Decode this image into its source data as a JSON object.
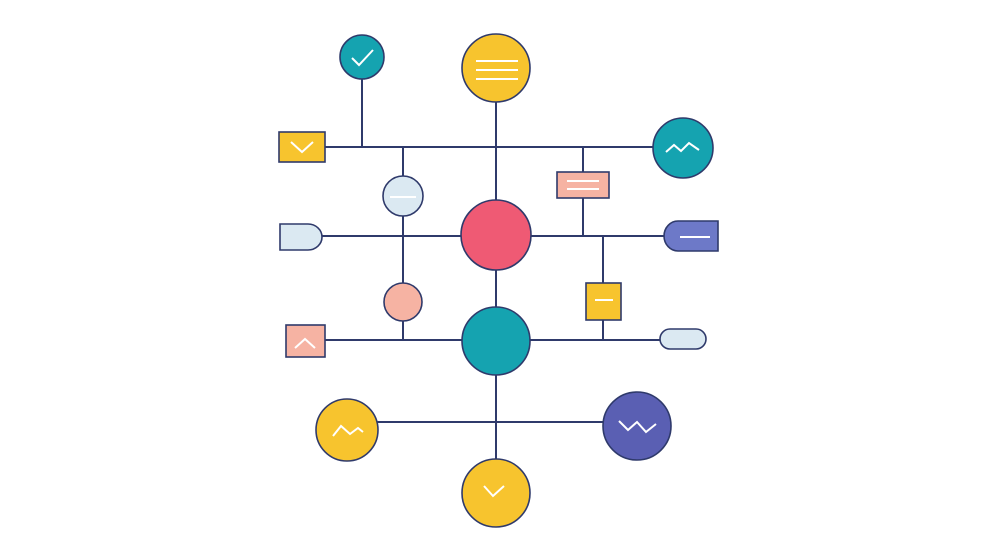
{
  "diagram": {
    "kind": "abstract node-link flowchart illustration",
    "text_labels": []
  },
  "palette": {
    "line": "#2f3a6b",
    "teal": "#15a3b0",
    "yellow": "#f7c42e",
    "pink": "#ef5a74",
    "salmon": "#f6b3a3",
    "light_blue": "#dbe9f2",
    "indigo": "#5a5fb3",
    "periwinkle": "#6d79c8",
    "mark": "#ffffff"
  },
  "nodes": [
    {
      "id": "top-teal-check",
      "shape": "circle",
      "fill": "teal",
      "icon": "check-icon"
    },
    {
      "id": "top-yellow-lines",
      "shape": "circle",
      "fill": "yellow",
      "icon": "lines-icon"
    },
    {
      "id": "right-teal-wave",
      "shape": "circle",
      "fill": "teal",
      "icon": "wave-icon"
    },
    {
      "id": "left-yellow-box",
      "shape": "rect",
      "fill": "yellow",
      "icon": "chevron-down-icon"
    },
    {
      "id": "salmon-box-lines",
      "shape": "rect",
      "fill": "salmon",
      "icon": "lines-icon"
    },
    {
      "id": "light-blue-circle",
      "shape": "circle",
      "fill": "light_blue",
      "icon": "dash-icon"
    },
    {
      "id": "left-tag",
      "shape": "tag",
      "fill": "light_blue",
      "icon": ""
    },
    {
      "id": "center-pink",
      "shape": "circle",
      "fill": "pink",
      "icon": ""
    },
    {
      "id": "right-tag",
      "shape": "tag",
      "fill": "periwinkle",
      "icon": "dash-icon"
    },
    {
      "id": "salmon-circle",
      "shape": "circle",
      "fill": "salmon",
      "icon": ""
    },
    {
      "id": "yellow-box-dash",
      "shape": "rect",
      "fill": "yellow",
      "icon": "dash-icon"
    },
    {
      "id": "salmon-box-chevron",
      "shape": "rect",
      "fill": "salmon",
      "icon": "chevron-up-icon"
    },
    {
      "id": "center-teal",
      "shape": "circle",
      "fill": "teal",
      "icon": ""
    },
    {
      "id": "right-pill",
      "shape": "pill",
      "fill": "light_blue",
      "icon": ""
    },
    {
      "id": "yellow-circle-wave",
      "shape": "circle",
      "fill": "yellow",
      "icon": "wave-icon"
    },
    {
      "id": "indigo-circle-wave",
      "shape": "circle",
      "fill": "indigo",
      "icon": "wave-icon"
    },
    {
      "id": "bottom-yellow-chevron",
      "shape": "circle",
      "fill": "yellow",
      "icon": "chevron-down-icon"
    }
  ]
}
